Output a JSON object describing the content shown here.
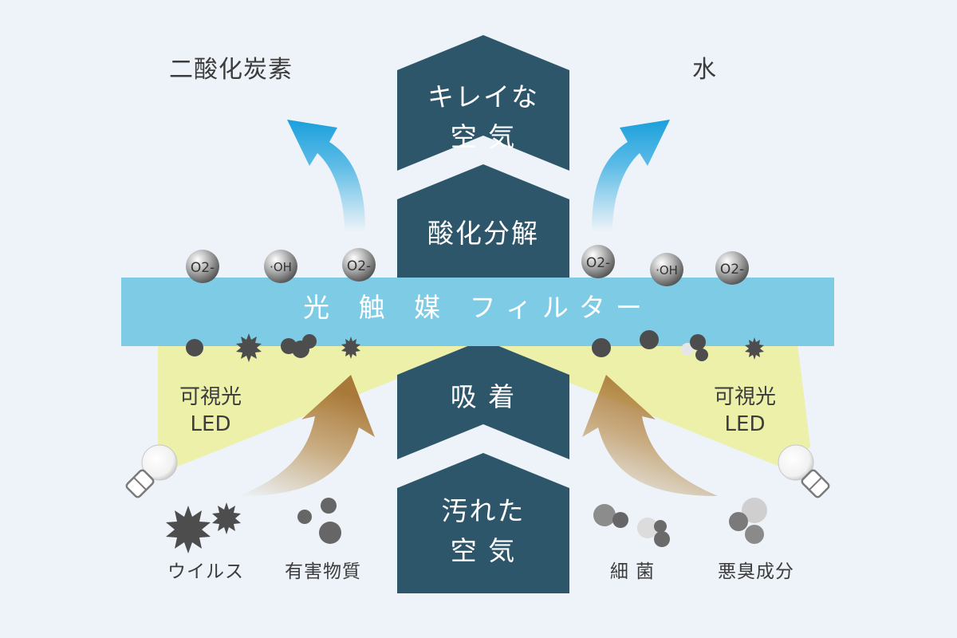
{
  "outputs": {
    "co2_label": "二酸化炭素",
    "water_label": "水"
  },
  "center_column": {
    "clean_air_label": "キレイな\n空 気",
    "decompose_label": "酸化分解",
    "adsorb_label": "吸 着",
    "dirty_air_label": "汚れた\n空 気"
  },
  "filter": {
    "label": "光 触 媒 フィルター"
  },
  "radicals": {
    "left": [
      "O2-",
      "·OH",
      "O2-"
    ],
    "right": [
      "O2-",
      "·OH",
      "O2-"
    ]
  },
  "led": {
    "left_label": "可視光\nLED",
    "right_label": "可視光\nLED"
  },
  "pollutants": {
    "virus": "ウイルス",
    "harmful": "有害物質",
    "bacteria": "細 菌",
    "odor": "悪臭成分"
  },
  "colors": {
    "background": "#edf3f8",
    "column": "#2e566a",
    "filter": "#7ecbe5",
    "light_beam": "#ecf0a0",
    "output_arrow": "#2aa8e0",
    "input_arrow": "#b88c4c",
    "particle": "#4d4d4d"
  }
}
